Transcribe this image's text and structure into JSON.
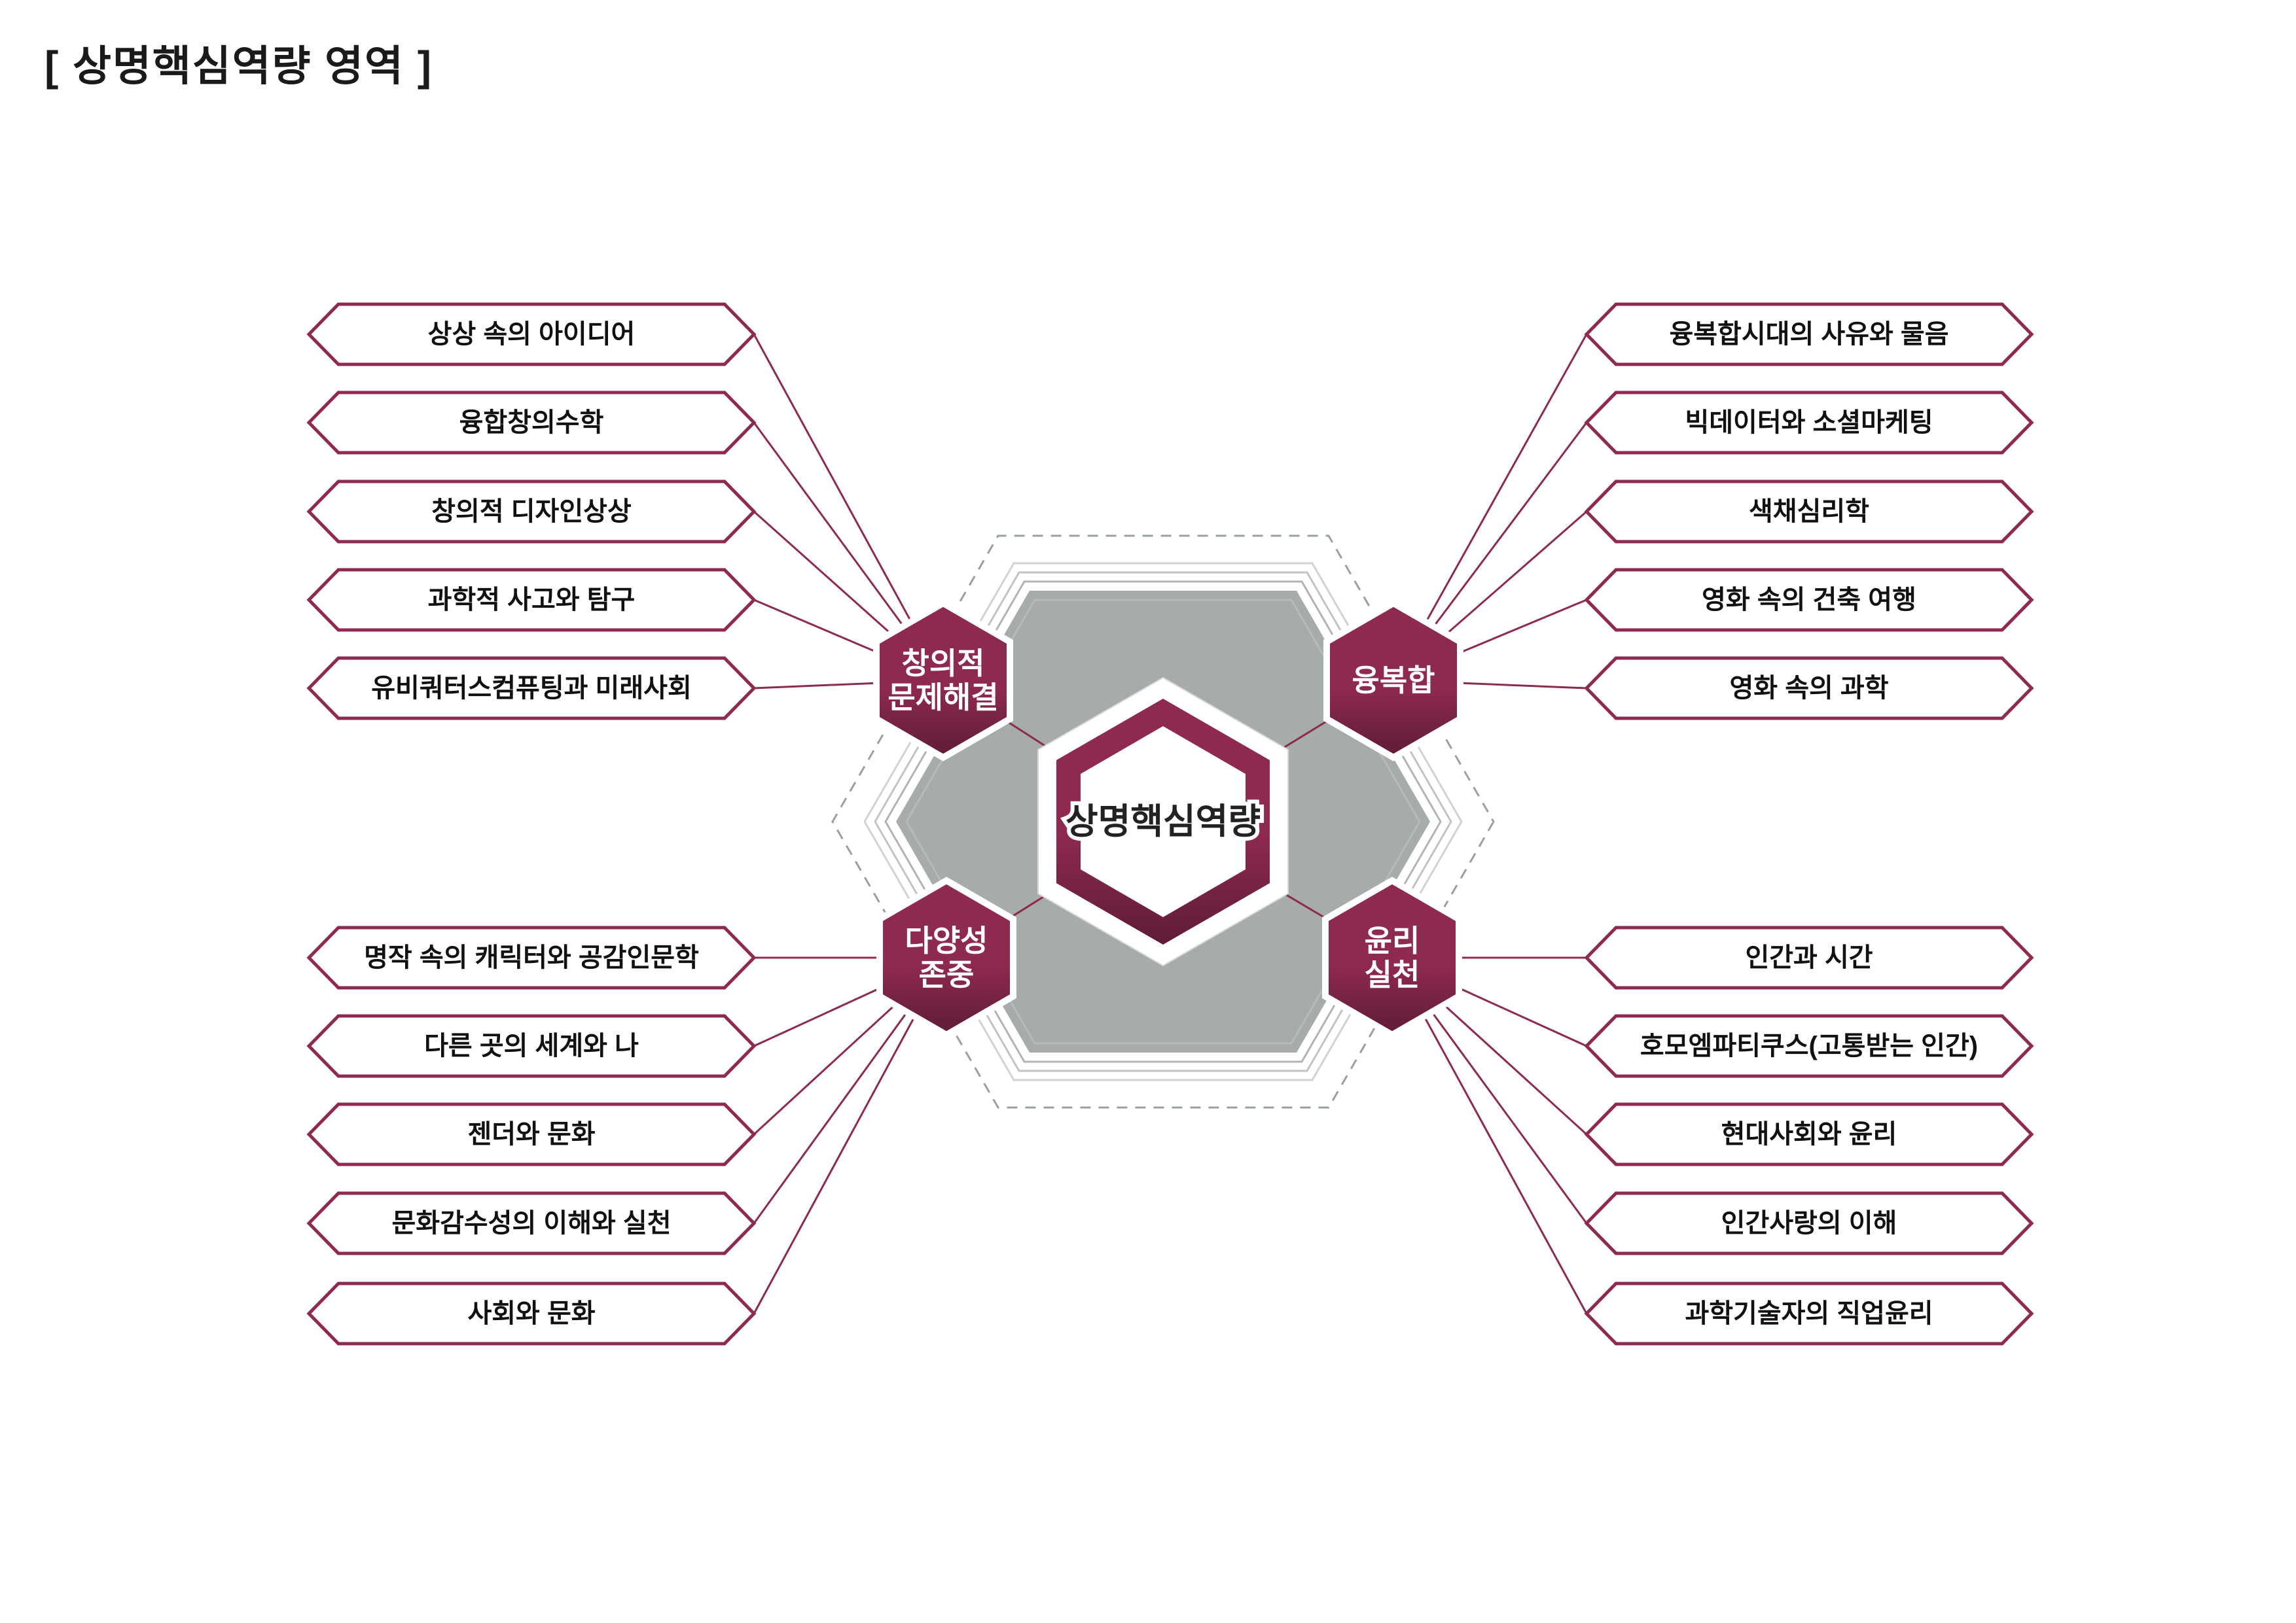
{
  "title": "[ 상명핵심역량 영역 ]",
  "center": {
    "label": "상명핵심역량"
  },
  "nodes": {
    "creative": {
      "lines": [
        "창의적",
        "문제해결"
      ]
    },
    "convergence": {
      "lines": [
        "융복합"
      ]
    },
    "diversity": {
      "lines": [
        "다양성",
        "존중"
      ]
    },
    "ethics": {
      "lines": [
        "윤리",
        "실천"
      ]
    }
  },
  "courses": {
    "creative": [
      "상상 속의 아이디어",
      "융합창의수학",
      "창의적 디자인상상",
      "과학적 사고와 탐구",
      "유비쿼터스컴퓨팅과 미래사회"
    ],
    "convergence": [
      "융복합시대의 사유와 물음",
      "빅데이터와 소셜마케팅",
      "색채심리학",
      "영화 속의 건축 여행",
      "영화 속의 과학"
    ],
    "diversity": [
      "명작 속의 캐릭터와 공감인문학",
      "다른 곳의 세계와 나",
      "젠더와 문화",
      "문화감수성의 이해와 실천",
      "사회와 문화"
    ],
    "ethics": [
      "인간과 시간",
      "호모엠파티쿠스(고통받는 인간)",
      "현대사회와 윤리",
      "인간사랑의 이해",
      "과학기술자의 직업윤리"
    ]
  },
  "colors": {
    "accent": "#8e2950",
    "accent-dark": "#5e1c36",
    "gray-fill": "#a6aca9",
    "dash": "#9aa09e",
    "ink": "#1a1a1a"
  }
}
